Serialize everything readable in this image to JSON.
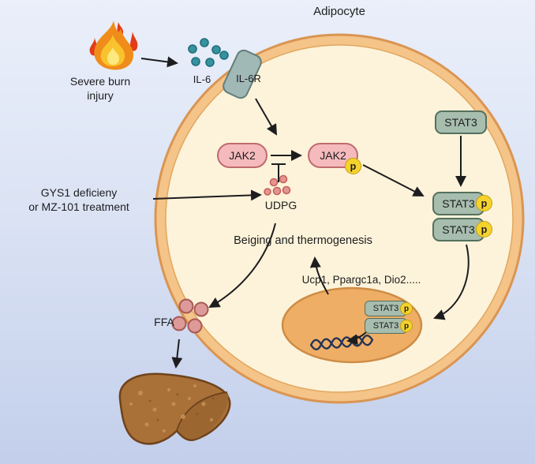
{
  "title": "Adipocyte",
  "nodes": {
    "burn": {
      "line1": "Severe burn",
      "line2": "injury"
    },
    "il6": {
      "label": "IL-6"
    },
    "il6r": {
      "label": "IL-6R"
    },
    "jak2": {
      "label": "JAK2"
    },
    "jak2_phospho": {
      "label": "JAK2"
    },
    "stat3": {
      "label": "STAT3"
    },
    "stat3_dimer": {
      "top": "STAT3",
      "bottom": "STAT3"
    },
    "nucleus_stat3": {
      "top": "STAT3",
      "bottom": "STAT3"
    },
    "phospho": {
      "label": "p"
    },
    "udpg": {
      "label": "UDPG"
    },
    "gys1": {
      "line1": "GYS1 deficieny",
      "line2": "or MZ-101 treatment"
    },
    "beiging": {
      "label": "Beiging and thermogenesis"
    },
    "genes": {
      "label": "Ucp1, Ppargc1a, Dio2....."
    },
    "ffa": {
      "label": "FFA"
    }
  },
  "colors": {
    "bg-top": "#eaeffa",
    "bg-bottom": "#c3cfeb",
    "ink": "#1d1d1f",
    "cell-fill": "#fdf3da",
    "membrane": "#f4c489",
    "membrane-edge": "#da9552",
    "nucleus-fill": "#efae65",
    "nucleus-edge": "#cd8c46",
    "jak2-fill": "#f5babc",
    "jak2-edge": "#bf6b6e",
    "stat3-fill": "#a7bdae",
    "stat3-edge": "#55705e",
    "p-fill": "#f6d32c",
    "p-edge": "#c3a013",
    "il6-dot": "#37929f",
    "il6-dot-edge": "#1f6e7a",
    "receptor-fill": "#a0b8b6",
    "receptor-edge": "#617d7a",
    "udpg-dot": "#e69490",
    "udpg-dot-edge": "#c4615c",
    "ffa-dot": "#dd9a98",
    "ffa-dot-edge": "#a85a54",
    "liver-fill": "#a97038",
    "liver-edge": "#6f431c",
    "liver-spot": "#c79455",
    "fire-outer": "#f08c1a",
    "fire-mid": "#f8c32d",
    "fire-core": "#fde97e",
    "fire-red": "#e23c18",
    "dna": "#243457"
  }
}
